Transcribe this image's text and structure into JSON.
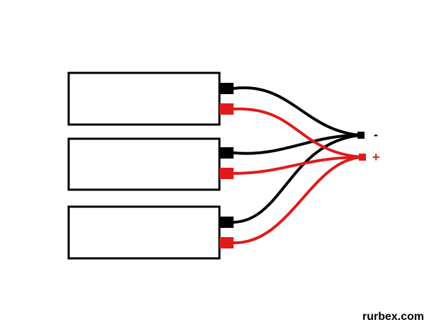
{
  "colors": {
    "negative": "#000000",
    "positive": "#e01b1b",
    "background": "#ffffff"
  },
  "labels": {
    "negative": "-",
    "positive": "+"
  },
  "watermark": "rurbex.com",
  "battery_count": 3,
  "wiring": "parallel"
}
